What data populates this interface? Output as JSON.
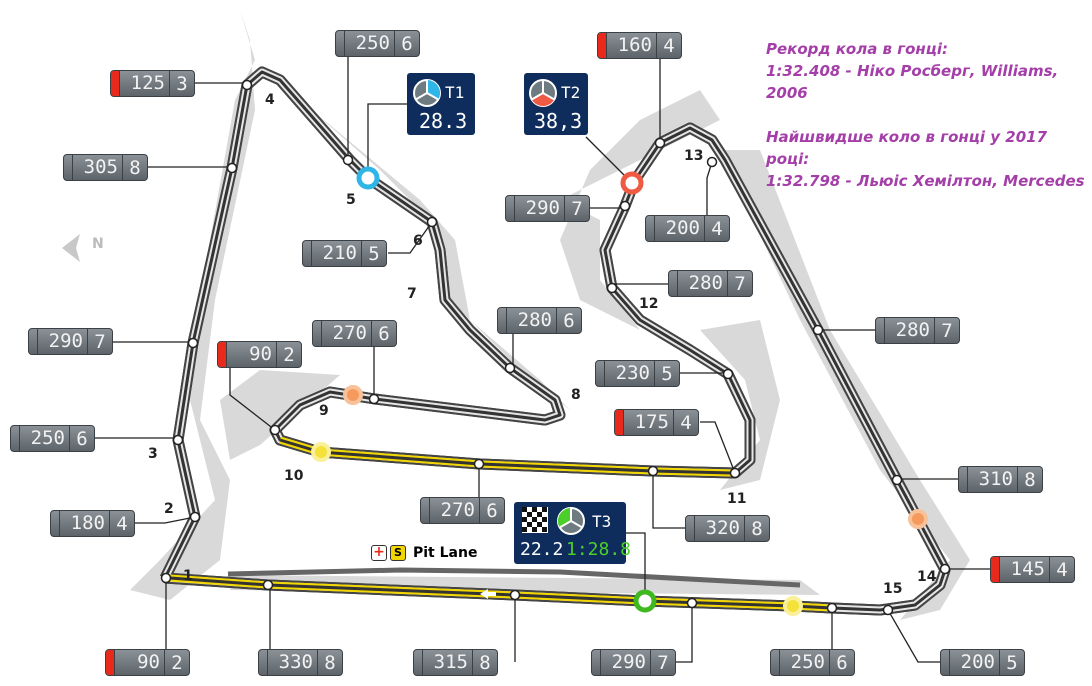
{
  "record": {
    "title": "Рекорд кола в гонці:",
    "line": "1:32.408 - Ніко Росберг, Williams, 2006",
    "fast_title": "Найшвидше коло в гонці у 2017 році:",
    "fast_line": "1:32.798 - Льюіс Хемілтон, Mercedes"
  },
  "speed_boxes": [
    {
      "speed": "125",
      "gear": "3",
      "braking": true
    },
    {
      "speed": "250",
      "gear": "6"
    },
    {
      "speed": "305",
      "gear": "8"
    },
    {
      "speed": "160",
      "gear": "4",
      "braking": true
    },
    {
      "speed": "290",
      "gear": "7"
    },
    {
      "speed": "210",
      "gear": "5"
    },
    {
      "speed": "200",
      "gear": "4"
    },
    {
      "speed": "280",
      "gear": "7"
    },
    {
      "speed": "280",
      "gear": "6"
    },
    {
      "speed": "270",
      "gear": "6"
    },
    {
      "speed": "290",
      "gear": "7"
    },
    {
      "speed": "90",
      "gear": "2",
      "braking": true
    },
    {
      "speed": "280",
      "gear": "7"
    },
    {
      "speed": "230",
      "gear": "5"
    },
    {
      "speed": "175",
      "gear": "4",
      "braking": true
    },
    {
      "speed": "250",
      "gear": "6"
    },
    {
      "speed": "310",
      "gear": "8"
    },
    {
      "speed": "270",
      "gear": "6"
    },
    {
      "speed": "180",
      "gear": "4"
    },
    {
      "speed": "320",
      "gear": "8"
    },
    {
      "speed": "145",
      "gear": "4",
      "braking": true
    },
    {
      "speed": "90",
      "gear": "2",
      "braking": true
    },
    {
      "speed": "330",
      "gear": "8"
    },
    {
      "speed": "315",
      "gear": "8"
    },
    {
      "speed": "290",
      "gear": "7"
    },
    {
      "speed": "250",
      "gear": "6"
    },
    {
      "speed": "200",
      "gear": "5"
    }
  ],
  "corners": [
    "1",
    "2",
    "3",
    "4",
    "5",
    "6",
    "7",
    "8",
    "9",
    "10",
    "11",
    "12",
    "13",
    "14",
    "15"
  ],
  "sectors": {
    "t1": {
      "label": "T1",
      "value": "28.3",
      "color": "#2fb6e6"
    },
    "t2": {
      "label": "T2",
      "value": "38,3",
      "color": "#ef5a45"
    },
    "t3": {
      "label": "T3",
      "value": "22.2",
      "lap": "1:28.8",
      "color": "#4ccf2a"
    }
  },
  "pit_lane": "Pit Lane",
  "pit_s": "S",
  "compass": "N"
}
